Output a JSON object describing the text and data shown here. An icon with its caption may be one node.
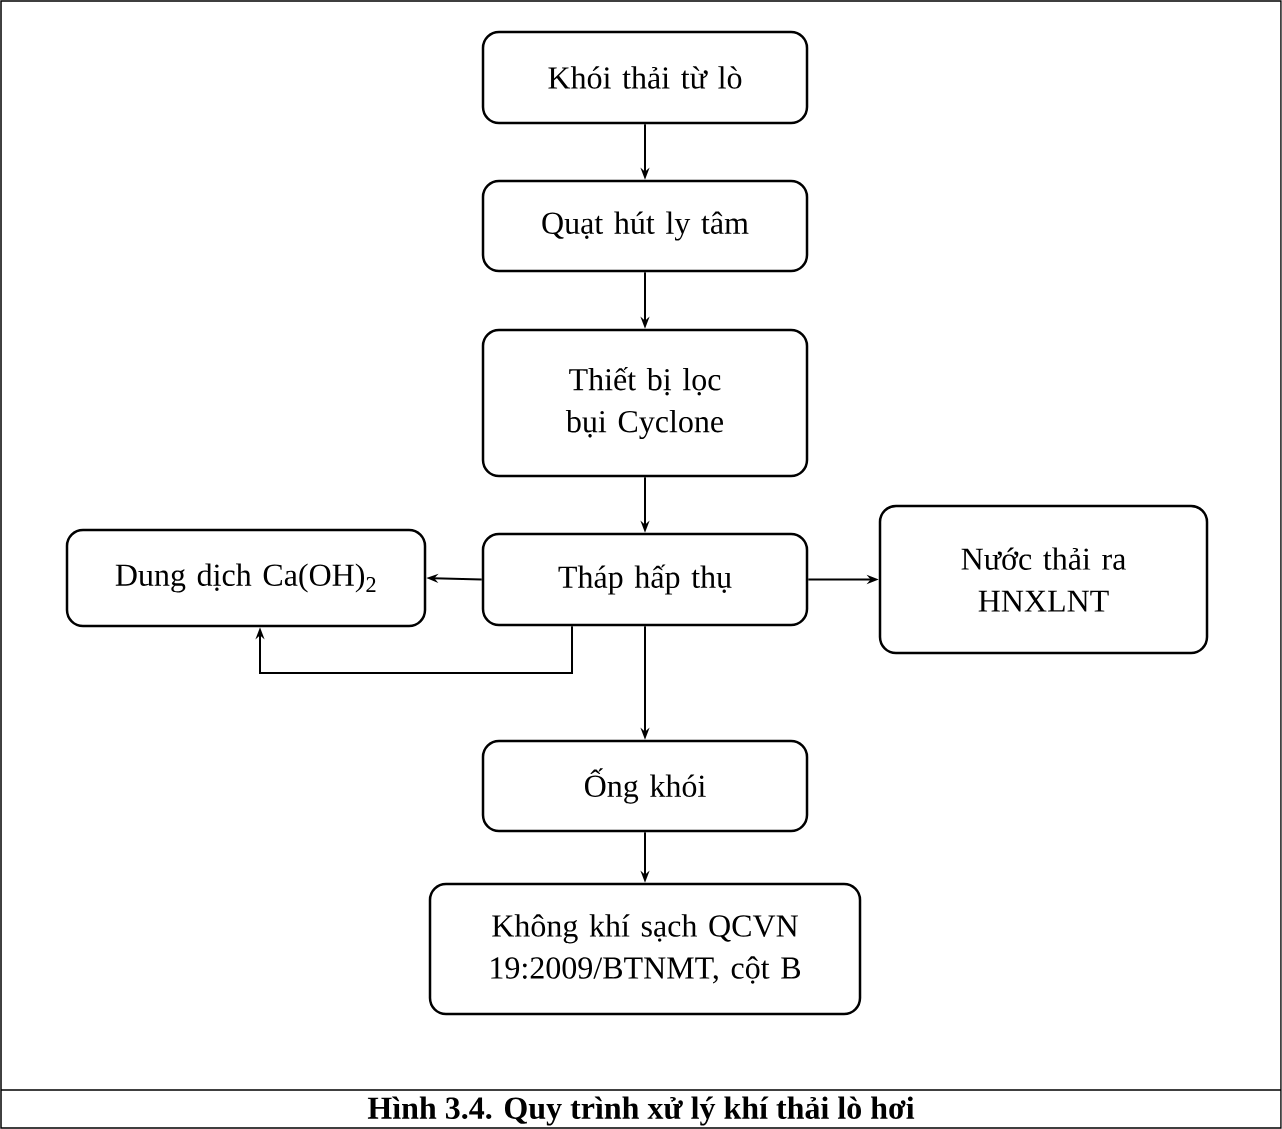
{
  "diagram": {
    "caption": "Hình 3.4. Quy trình xử lý khí thải lò hơi",
    "nodes": [
      {
        "text": [
          "Khói thải từ lò"
        ]
      },
      {
        "text": [
          "Quạt hút ly tâm"
        ]
      },
      {
        "text": [
          "Thiết bị lọc bụi Cyclone"
        ]
      },
      {
        "text": [
          "Tháp hấp thụ"
        ]
      },
      {
        "text": [
          "Dung dịch Ca(OH)$_{2}$"
        ]
      },
      {
        "text": [
          "Nước thải ra HNXLNT"
        ]
      },
      {
        "text": [
          "Ống khói"
        ]
      },
      {
        "text": [
          "Không khí sạch QCVN 19:2009/BTNMT, cột B"
        ]
      }
    ],
    "edges": [
      {
        "from": 0,
        "to": 1,
        "arrow": "to"
      },
      {
        "from": 1,
        "to": 2,
        "arrow": "to"
      },
      {
        "from": 2,
        "to": 3,
        "arrow": "to"
      },
      {
        "from": 3,
        "to": 4,
        "arrow": "to"
      },
      {
        "from": 3,
        "to": 5,
        "arrow": "to"
      },
      {
        "from": 3,
        "to": 6,
        "arrow": "to"
      },
      {
        "from": 3,
        "to": 4,
        "arrow": "to"
      },
      {
        "from": 6,
        "to": 7,
        "arrow": "to"
      }
    ]
  }
}
